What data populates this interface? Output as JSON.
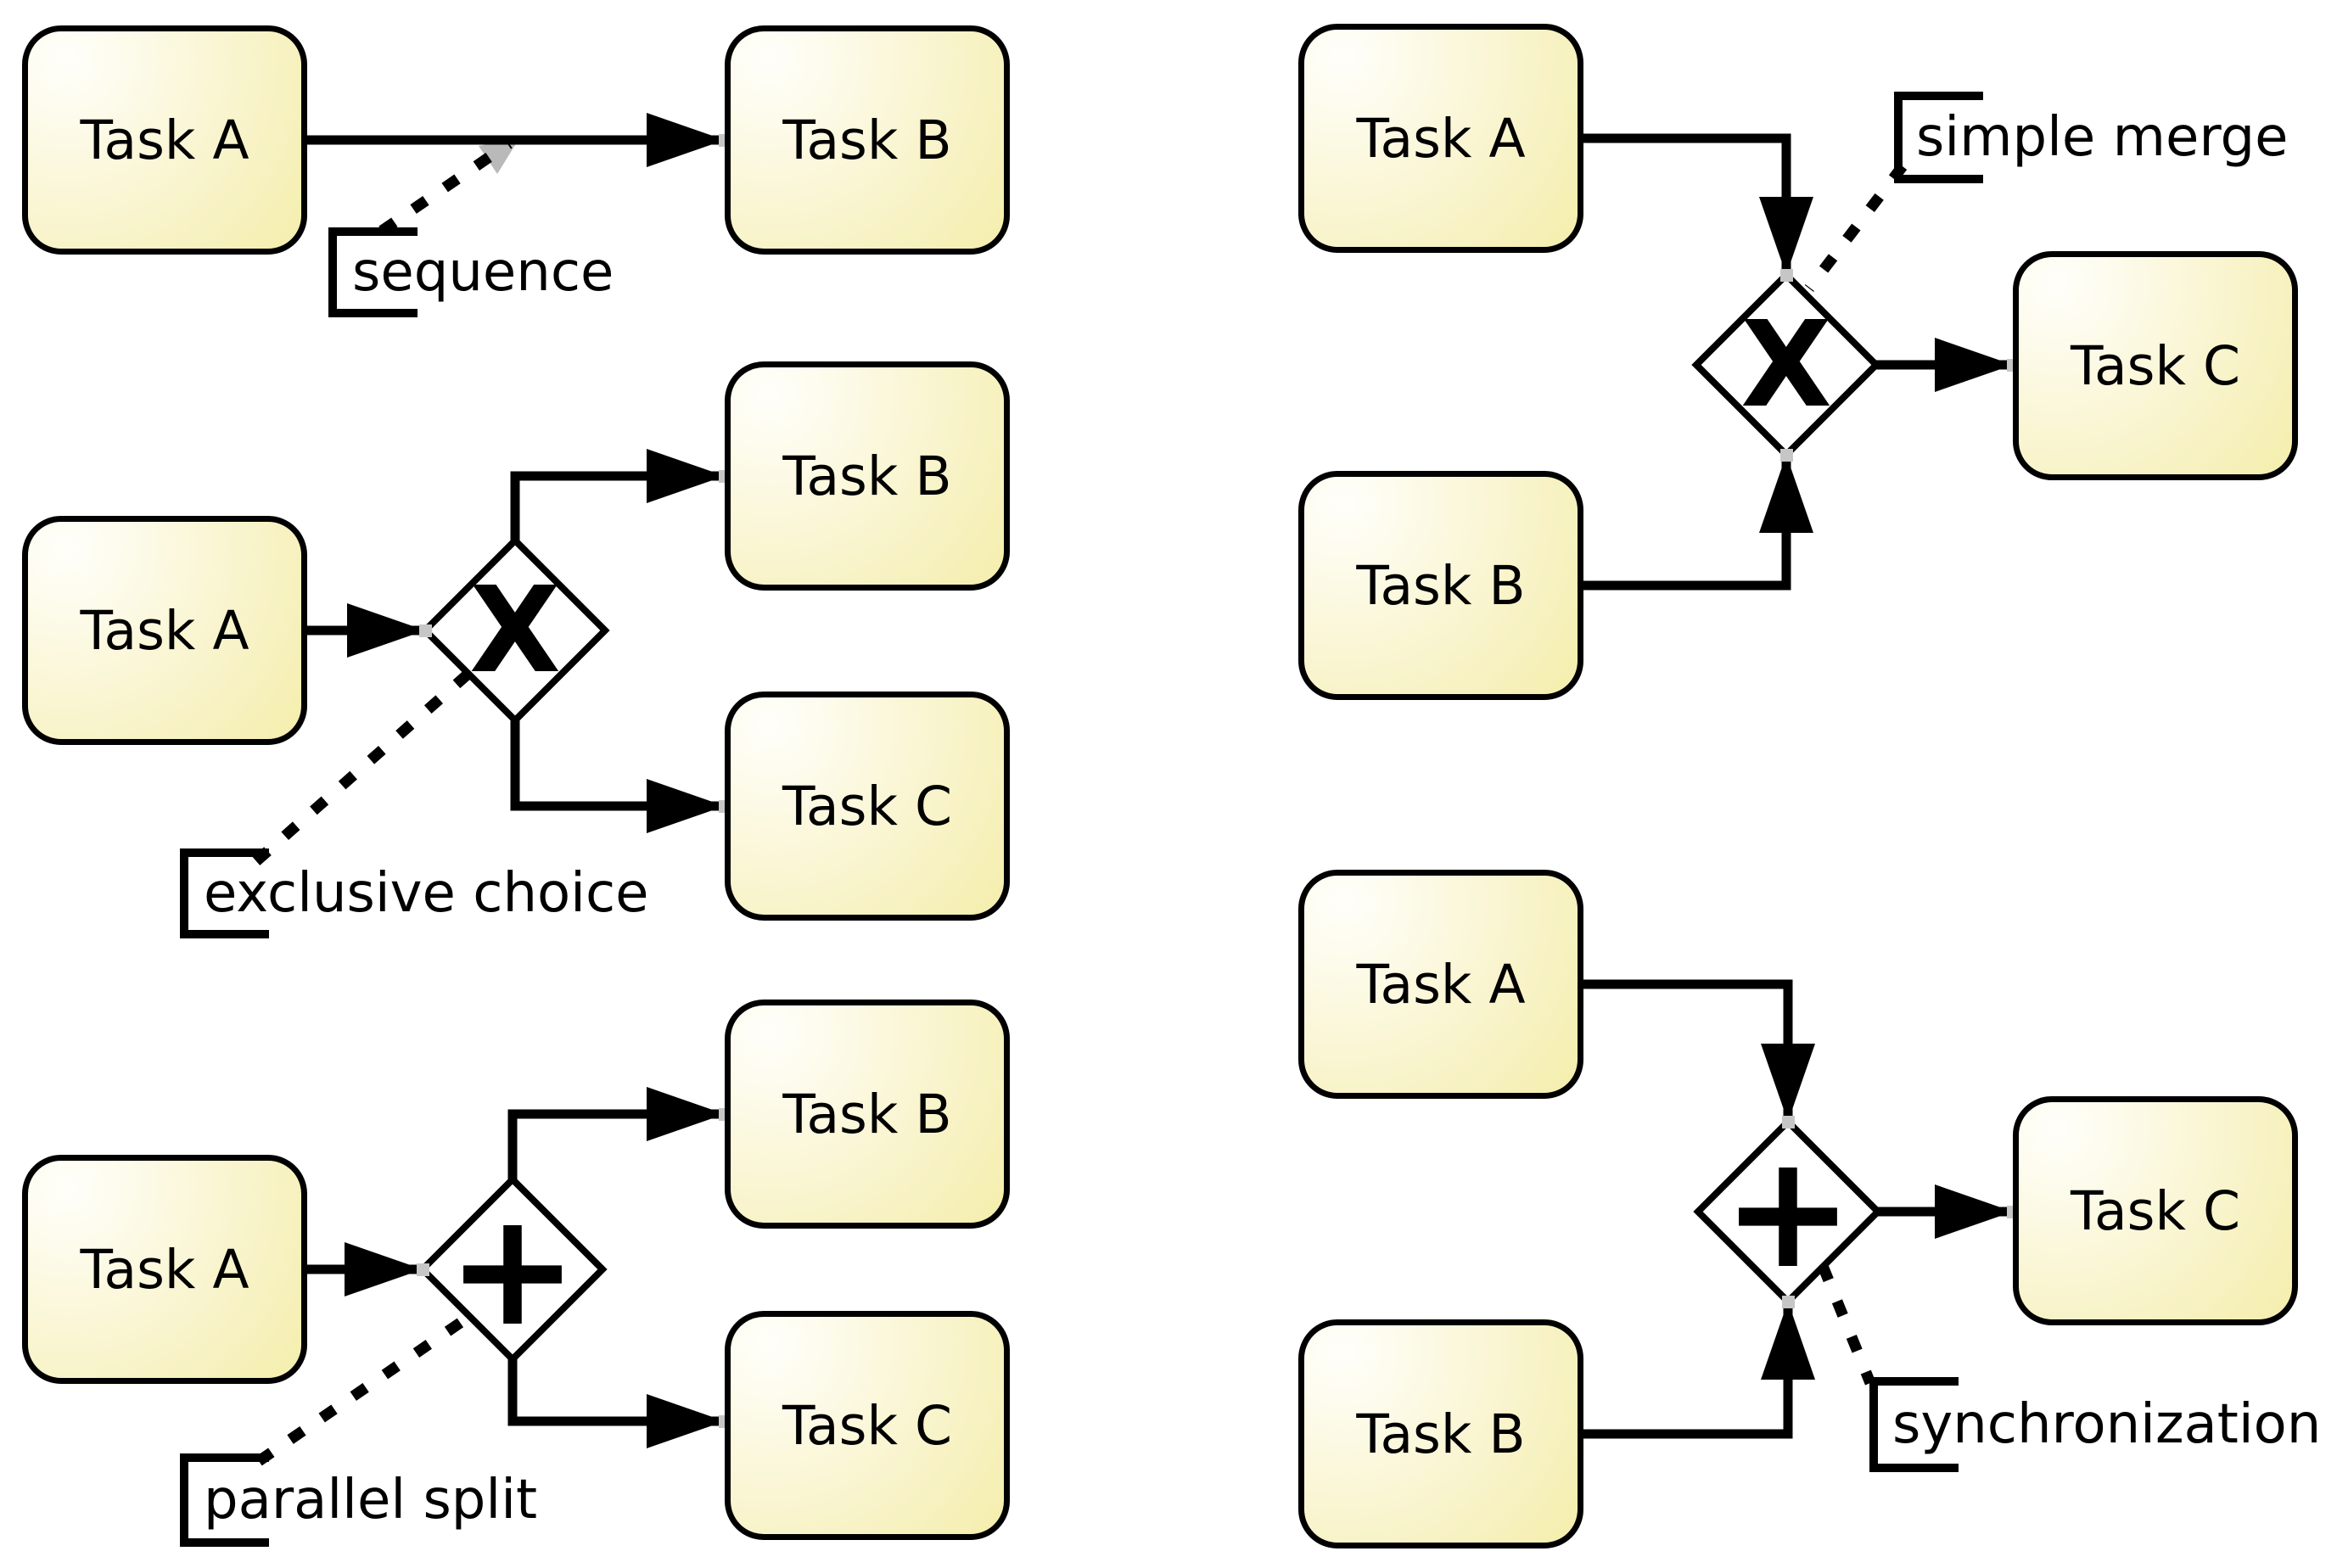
{
  "patterns": {
    "sequence": {
      "label": "sequence",
      "task_a": "Task A",
      "task_b": "Task B"
    },
    "exclusive_choice": {
      "label": "exclusive choice",
      "gateway_symbol": "X",
      "task_a": "Task A",
      "task_b": "Task B",
      "task_c": "Task C"
    },
    "parallel_split": {
      "label": "parallel split",
      "gateway_symbol": "+",
      "task_a": "Task A",
      "task_b": "Task B",
      "task_c": "Task C"
    },
    "simple_merge": {
      "label": "simple merge",
      "gateway_symbol": "X",
      "task_a": "Task A",
      "task_b": "Task B",
      "task_c": "Task C"
    },
    "synchronization": {
      "label": "synchronization",
      "gateway_symbol": "+",
      "task_a": "Task A",
      "task_b": "Task B",
      "task_c": "Task C"
    }
  },
  "colors": {
    "background": "#ffffff",
    "outline": "#000000",
    "task_fill_highlight": "#fffffb",
    "task_fill_base": "#f4eeac",
    "association_gray": "#b9b9b9",
    "endpoint_nub_gray": "#c6c6c6"
  }
}
